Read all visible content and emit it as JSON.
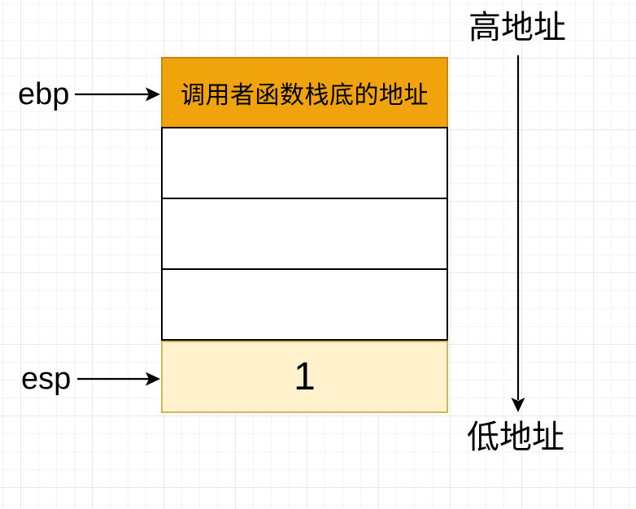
{
  "diagram": {
    "title": "stack-frame-diagram",
    "registers": {
      "ebp_label": "ebp",
      "esp_label": "esp"
    },
    "stack_cells": [
      {
        "id": "saved-ebp",
        "text": "调用者函数栈底的地址",
        "fill": "#f0a30a",
        "stroke": "#c8860a"
      },
      {
        "id": "empty-1",
        "text": "",
        "fill": "#ffffff",
        "stroke": "#000000"
      },
      {
        "id": "empty-2",
        "text": "",
        "fill": "#ffffff",
        "stroke": "#000000"
      },
      {
        "id": "empty-3",
        "text": "",
        "fill": "#ffffff",
        "stroke": "#000000"
      },
      {
        "id": "stack-top",
        "text": "1",
        "fill": "#fff2cc",
        "stroke": "#d6b656"
      }
    ],
    "address_axis": {
      "high_label": "高地址",
      "low_label": "低地址",
      "direction": "high-to-low-downward"
    },
    "colors": {
      "grid_minor": "#f5f5f5",
      "grid_major": "#e9e9e9",
      "arrow": "#000000",
      "text": "#000000"
    }
  }
}
